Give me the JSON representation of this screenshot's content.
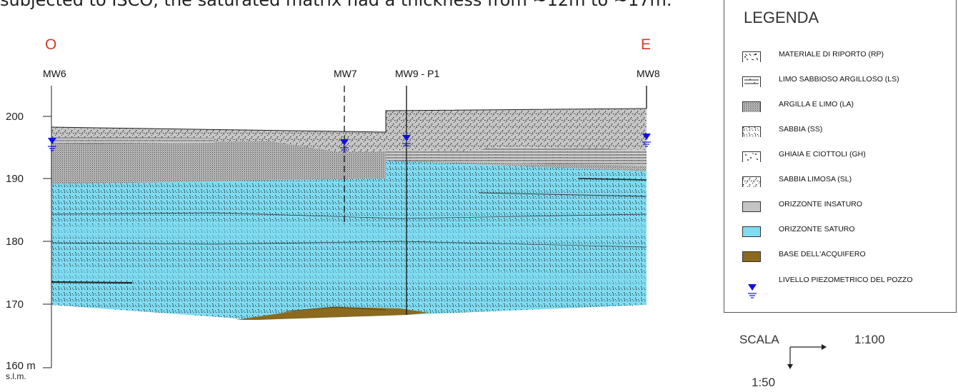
{
  "header_text": "subjected to ISCO, the saturated matrix had a thickness from ~12m to ~17m.",
  "section": {
    "west_label": "O",
    "east_label": "E",
    "wells": [
      "MW6",
      "MW7",
      "MW9 - P1",
      "MW8"
    ],
    "elevation_ticks": [
      "200",
      "190",
      "180",
      "170",
      "160 m"
    ],
    "elevation_unit": "s.l.m."
  },
  "legend": {
    "title": "LEGENDA",
    "items": [
      {
        "label": "MATERIALE DI RIPORTO (RP)",
        "pattern": "riporto"
      },
      {
        "label": "LIMO SABBIOSO ARGILLOSO (LS)",
        "pattern": "lines"
      },
      {
        "label": "ARGILLA E LIMO (LA)",
        "pattern": "dense-dots"
      },
      {
        "label": "SABBIA (SS)",
        "pattern": "dots"
      },
      {
        "label": "GHIAIA E CIOTTOLI (GH)",
        "pattern": "sparse-dots"
      },
      {
        "label": "SABBIA LIMOSA (SL)",
        "pattern": "speckle"
      },
      {
        "label": "ORIZZONTE INSATURO",
        "color": "#c4c4c4"
      },
      {
        "label": "ORIZZONTE SATURO",
        "color": "#7fdcf2"
      },
      {
        "label": "BASE DELL'ACQUIFERO",
        "color": "#8b6a1e"
      },
      {
        "label": "LIVELLO PIEZOMETRICO DEL POZZO",
        "icon": "water-level-icon"
      }
    ]
  },
  "scale": {
    "label": "SCALA",
    "horizontal": "1:100",
    "vertical": "1:50"
  },
  "colors": {
    "unsaturated": "#c4c4c4",
    "saturated": "#7fdcf2",
    "aquifer_base": "#8b6a1e",
    "water_marker": "#1010e0",
    "orientation_label": "#d23a2a"
  }
}
